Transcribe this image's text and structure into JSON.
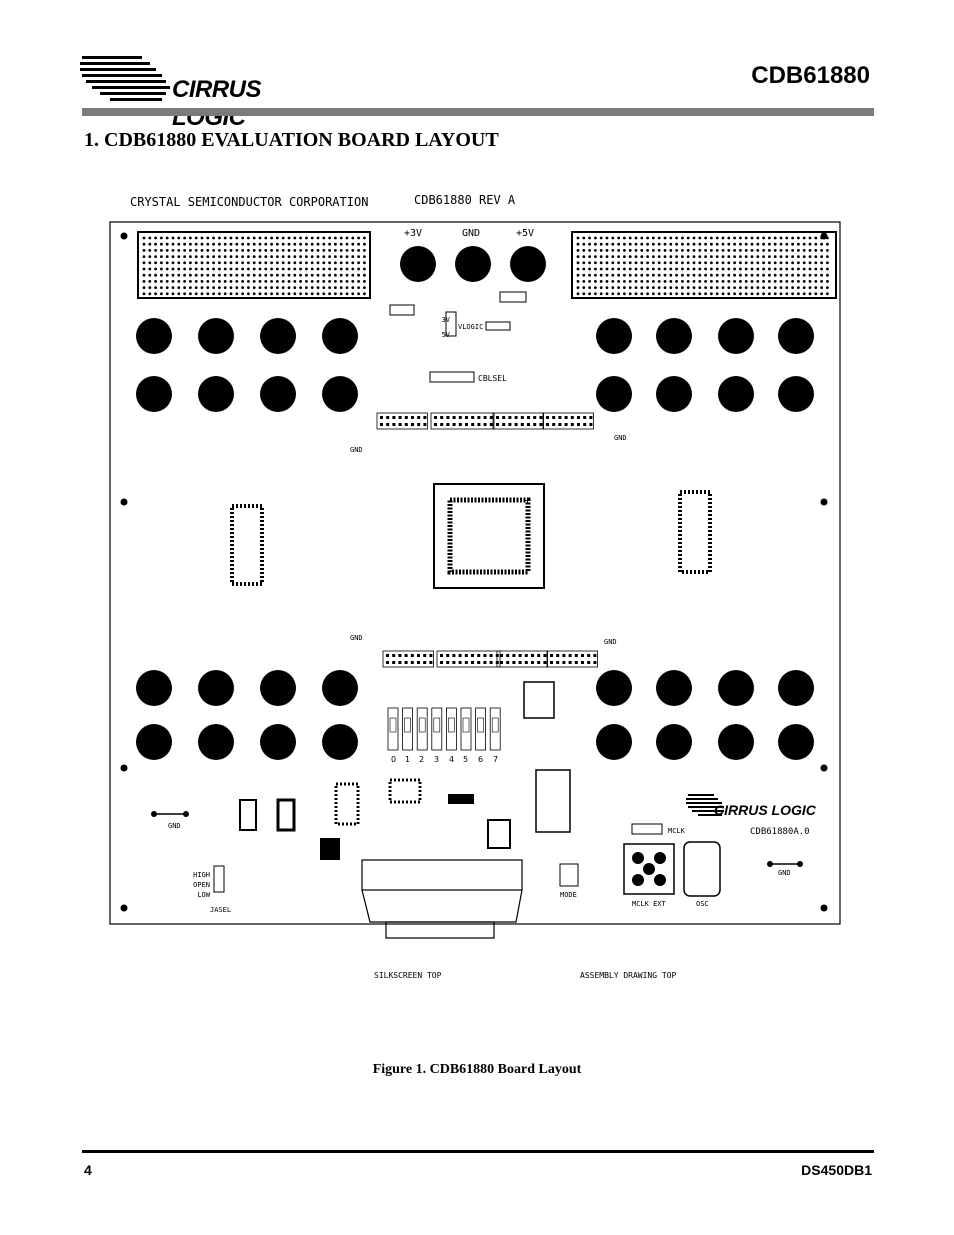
{
  "header": {
    "logo_text": "CIRRUS LOGIC",
    "doc_title": "CDB61880"
  },
  "section": {
    "heading": "1. CDB61880 EVALUATION BOARD LAYOUT"
  },
  "board": {
    "company": "CRYSTAL SEMICONDUCTOR CORPORATION",
    "revision": "CDB61880 REV A",
    "power_labels": [
      "+3V",
      "GND",
      "+5V"
    ],
    "vlogic_label": "VLOGIC",
    "v3_label": "3V",
    "v5_label": "5V",
    "cblsel_label": "CBLSEL",
    "gnd_label": "GND",
    "jasel_options": [
      "HIGH",
      "OPEN",
      "LOW"
    ],
    "jasel_label": "JASEL",
    "mode_label": "MODE",
    "mclk_label": "MCLK",
    "mclk_ext_label": "MCLK EXT",
    "osc_label": "OSC",
    "board_logo_text": "CIRRUS LOGIC",
    "board_id": "CDB61880A.0",
    "switch_numbers": [
      "0",
      "1",
      "2",
      "3",
      "4",
      "5",
      "6",
      "7"
    ],
    "silkscreen_label": "SILKSCREEN TOP",
    "assembly_label": "ASSEMBLY DRAWING TOP"
  },
  "figure": {
    "caption": "Figure 1.  CDB61880 Board Layout"
  },
  "footer": {
    "page_number": "4",
    "doc_id": "DS450DB1"
  }
}
